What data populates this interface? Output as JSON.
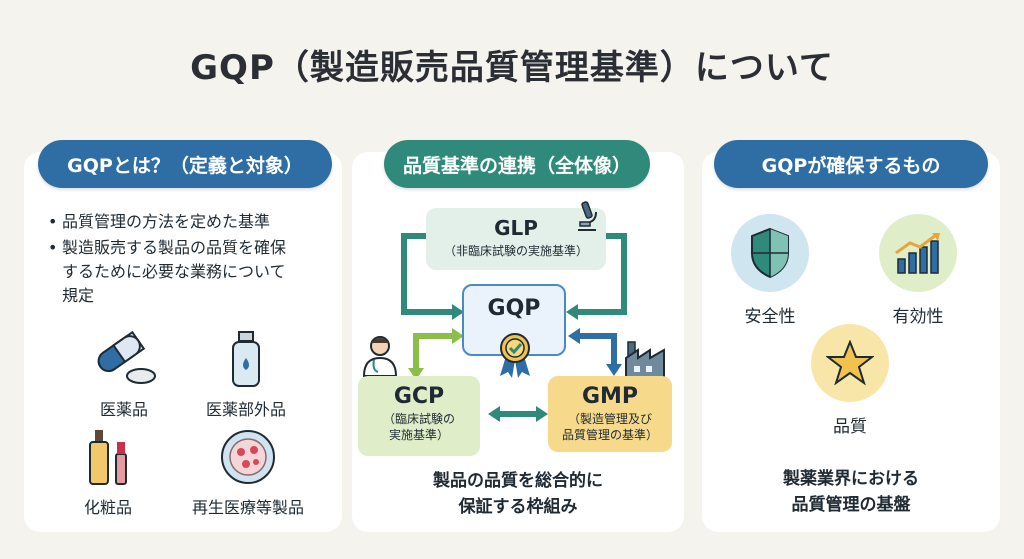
{
  "title": "GQP（製造販売品質管理基準）について",
  "left": {
    "heading": "GQPとは？（定義と対象）",
    "bullets": [
      "品質管理の方法を定めた基準",
      "製造販売する製品の品質を確保するために必要な業務について規定"
    ],
    "items": [
      "医薬品",
      "医薬部外品",
      "化粧品",
      "再生医療等製品"
    ]
  },
  "middle": {
    "heading": "品質基準の連携（全体像）",
    "glp": {
      "name": "GLP",
      "desc": "（非臨床試験の実施基準）"
    },
    "gqp": {
      "name": "GQP"
    },
    "gcp": {
      "name": "GCP",
      "desc1": "（臨床試験の",
      "desc2": "実施基準）"
    },
    "gmp": {
      "name": "GMP",
      "desc1": "（製造管理及び",
      "desc2": "品質管理の基準）"
    },
    "caption1": "製品の品質を総合的に",
    "caption2": "保証する枠組み"
  },
  "right": {
    "heading": "GQPが確保するもの",
    "items": [
      "安全性",
      "有効性",
      "品質"
    ],
    "caption1": "製薬業界における",
    "caption2": "品質管理の基盤"
  },
  "colors": {
    "blue_pill": "#2f6ea5",
    "green_pill": "#2f8a7c",
    "arrow_teal": "#2f8a7c",
    "arrow_green": "#8cbf4a",
    "arrow_blue": "#2f6ea5"
  },
  "icons": [
    "capsule-icon",
    "bottle-icon",
    "cosmetics-icon",
    "cell-icon",
    "microscope-icon",
    "doctor-icon",
    "factory-icon",
    "medal-icon",
    "shield-icon",
    "growth-chart-icon",
    "star-icon"
  ]
}
